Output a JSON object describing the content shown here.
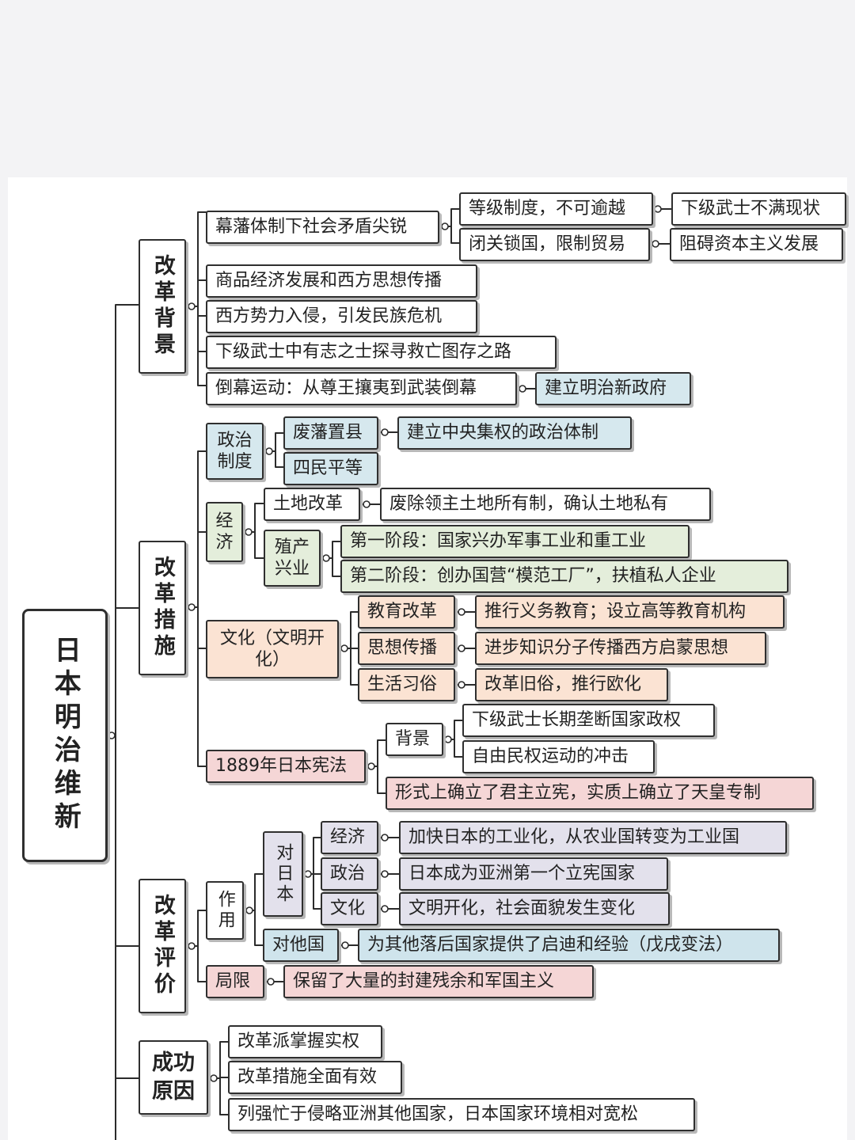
{
  "root": {
    "title": "日本明治维新"
  },
  "background": {
    "title": "改革背景",
    "items": [
      "幕藩体制下社会矛盾尖锐",
      "商品经济发展和西方思想传播",
      "西方势力入侵，引发民族危机",
      "下级武士中有志之士探寻救亡图存之路",
      "倒幕运动：从尊王攘夷到武装倒幕"
    ],
    "contradictions": [
      "等级制度，不可逾越",
      "闭关锁国，限制贸易"
    ],
    "results": [
      "下级武士不满现状",
      "阻碍资本主义发展"
    ],
    "movement_result": "建立明治新政府"
  },
  "measures": {
    "title": "改革措施",
    "politics": {
      "label": "政治制度",
      "items": [
        "废藩置县",
        "四民平等"
      ],
      "abolish_result": "建立中央集权的政治体制"
    },
    "economy": {
      "label": "经济",
      "land_reform": "土地改革",
      "land_reform_detail": "废除领主土地所有制，确认土地私有",
      "industry": "殖产兴业",
      "stages": [
        "第一阶段：国家兴办军事工业和重工业",
        "第二阶段：创办国营“模范工厂”，扶植私人企业"
      ]
    },
    "culture": {
      "label": "文化（文明开化）",
      "items": [
        "教育改革",
        "思想传播",
        "生活习俗"
      ],
      "details": [
        "推行义务教育；设立高等教育机构",
        "进步知识分子传播西方启蒙思想",
        "改革旧俗，推行欧化"
      ]
    },
    "constitution": {
      "label": "1889年日本宪法",
      "background_label": "背景",
      "background_items": [
        "下级武士长期垄断国家政权",
        "自由民权运动的冲击"
      ],
      "essence": "形式上确立了君主立宪，实质上确立了天皇专制"
    }
  },
  "evaluation": {
    "title": "改革评价",
    "effect_label": "作用",
    "to_japan_label": "对日本",
    "japan_aspects": [
      "经济",
      "政治",
      "文化"
    ],
    "japan_details": [
      "加快日本的工业化，从农业国转变为工业国",
      "日本成为亚洲第一个立宪国家",
      "文明开化，社会面貌发生变化"
    ],
    "to_others_label": "对他国",
    "to_others_detail": "为其他落后国家提供了启迪和经验（戊戌变法）",
    "limit_label": "局限",
    "limit_detail": "保留了大量的封建残余和军国主义"
  },
  "success": {
    "title": "成功原因",
    "items": [
      "改革派掌握实权",
      "改革措施全面有效",
      "列强忙于侵略亚洲其他国家，日本国家环境相对宽松"
    ]
  },
  "colors": {
    "politics": "#d6e8ee",
    "economy": "#e4eedb",
    "culture": "#fbe3d3",
    "constitution": "#f5d6d6",
    "evaluation": "#e3e1ec",
    "border": "#2f2f2f"
  }
}
